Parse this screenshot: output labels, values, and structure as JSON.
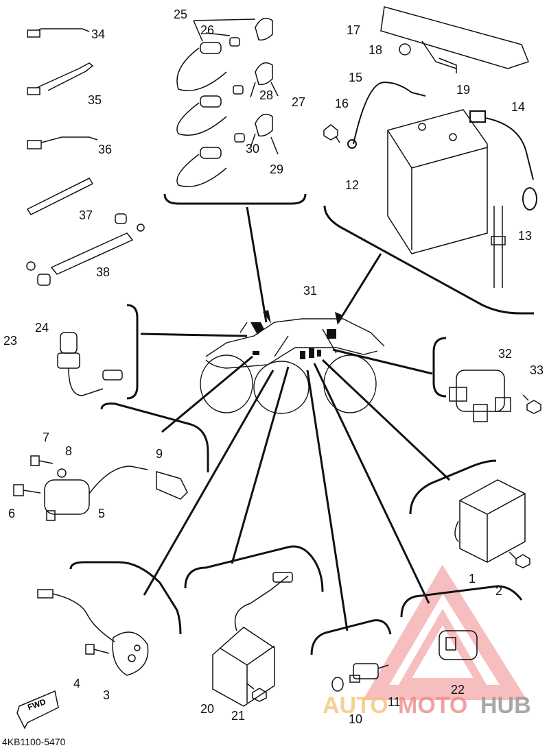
{
  "labels": {
    "n1": "1",
    "n2": "2",
    "n3": "3",
    "n4": "4",
    "n5": "5",
    "n6": "6",
    "n7": "7",
    "n8": "8",
    "n9": "9",
    "n10": "10",
    "n11": "11",
    "n12": "12",
    "n13": "13",
    "n14": "14",
    "n15": "15",
    "n16": "16",
    "n17": "17",
    "n18": "18",
    "n19": "19",
    "n20": "20",
    "n21": "21",
    "n22": "22",
    "n23": "23",
    "n24": "24",
    "n25": "25",
    "n26": "26",
    "n27": "27",
    "n28": "28",
    "n29": "29",
    "n30": "30",
    "n31": "31",
    "n32": "32",
    "n33": "33",
    "n34": "34",
    "n35": "35",
    "n36": "36",
    "n37": "37",
    "n38": "38"
  },
  "fwd_badge": "FWD",
  "footer_code": "4KB1100-5470",
  "watermark": {
    "part_auto": "AUTO",
    "part_moto": "MOTO",
    "part_hub": "HUB",
    "color_auto": "#f6c27a",
    "color_moto": "#f08a8a",
    "color_hub": "#9a9a9a",
    "triangle_color": "#f08a8a"
  }
}
